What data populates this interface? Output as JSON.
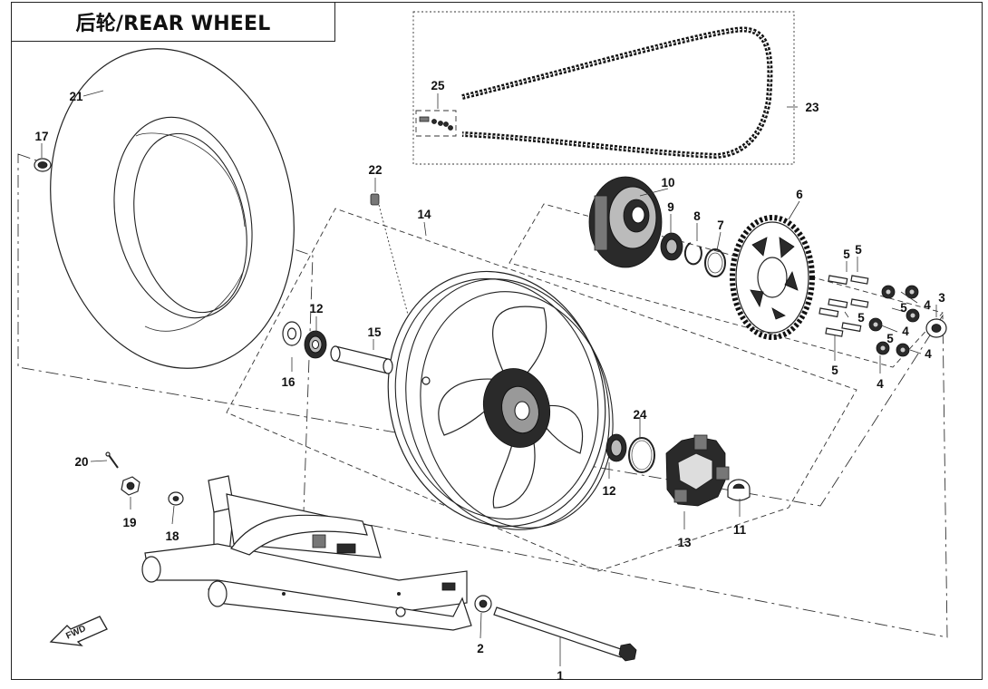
{
  "title": "后轮/REAR WHEEL",
  "fwd_label": "FWD",
  "callouts": {
    "p1": "1",
    "p2": "2",
    "p3": "3",
    "p4a": "4",
    "p4b": "4",
    "p4c": "4",
    "p4d": "4",
    "p5a": "5",
    "p5b": "5",
    "p5c": "5",
    "p5d": "5",
    "p5e": "5",
    "p5f": "5",
    "p6": "6",
    "p7": "7",
    "p8": "8",
    "p9": "9",
    "p10": "10",
    "p11": "11",
    "p12a": "12",
    "p12b": "12",
    "p13": "13",
    "p14": "14",
    "p15": "15",
    "p16": "16",
    "p17": "17",
    "p18": "18",
    "p19": "19",
    "p20": "20",
    "p21": "21",
    "p22": "22",
    "p23": "23",
    "p24": "24",
    "p25": "25"
  }
}
